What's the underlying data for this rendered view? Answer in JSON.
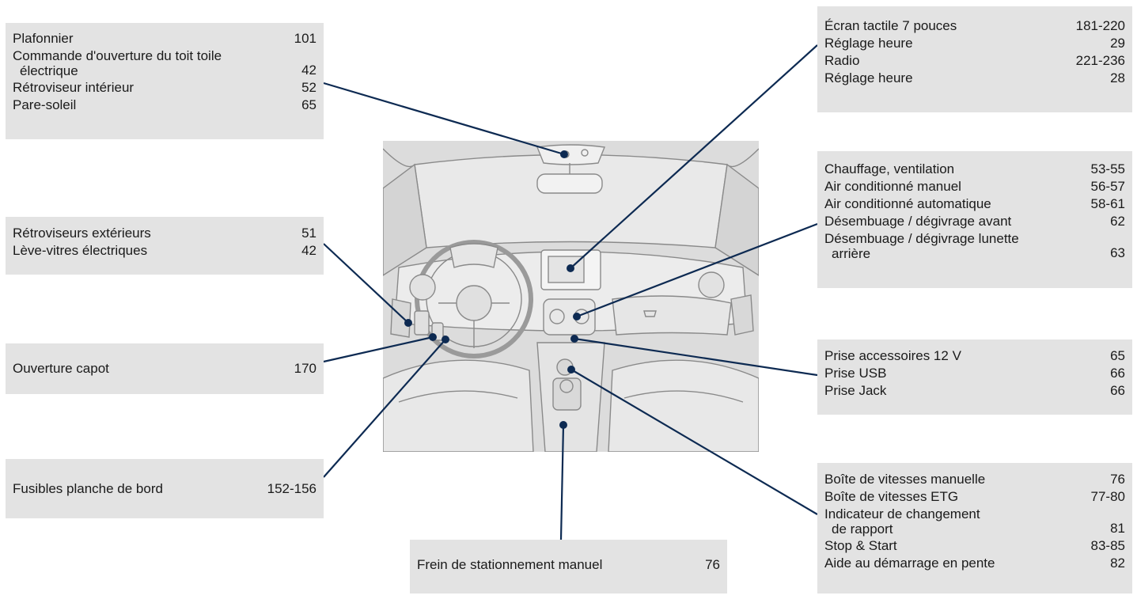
{
  "boxes": {
    "top_left": [
      {
        "label": "Plafonnier",
        "page": "101"
      },
      {
        "label": "Commande d'ouverture du toit toile",
        "label2": "électrique",
        "page": "42"
      },
      {
        "label": "Rétroviseur intérieur",
        "page": "52"
      },
      {
        "label": "Pare-soleil",
        "page": "65"
      }
    ],
    "mirrors": [
      {
        "label": "Rétroviseurs extérieurs",
        "page": "51"
      },
      {
        "label": "Lève-vitres électriques",
        "page": "42"
      }
    ],
    "bonnet": [
      {
        "label": "Ouverture capot",
        "page": "170"
      }
    ],
    "fuses": [
      {
        "label": "Fusibles planche de bord",
        "page": "152-156"
      }
    ],
    "handbrake": [
      {
        "label": "Frein de stationnement manuel",
        "page": "76"
      }
    ],
    "screen": [
      {
        "label": "Écran tactile 7 pouces",
        "page": "181-220"
      },
      {
        "label": "Réglage heure",
        "page": "29"
      },
      {
        "label": "Radio",
        "page": "221-236"
      },
      {
        "label": "Réglage heure",
        "page": "28"
      }
    ],
    "climate": [
      {
        "label": "Chauffage, ventilation",
        "page": "53-55"
      },
      {
        "label": "Air conditionné manuel",
        "page": "56-57"
      },
      {
        "label": "Air conditionné automatique",
        "page": "58-61"
      },
      {
        "label": "Désembuage / dégivrage avant",
        "page": "62"
      },
      {
        "label": "Désembuage / dégivrage lunette",
        "label2": "arrière",
        "page": "63"
      }
    ],
    "sockets": [
      {
        "label": "Prise accessoires 12 V",
        "page": "65"
      },
      {
        "label": "Prise USB",
        "page": "66"
      },
      {
        "label": "Prise Jack",
        "page": "66"
      }
    ],
    "gearbox": [
      {
        "label": "Boîte de vitesses manuelle",
        "page": "76"
      },
      {
        "label": "Boîte de vitesses ETG",
        "page": "77-80"
      },
      {
        "label": "Indicateur de changement",
        "label2": "de rapport",
        "page": "81"
      },
      {
        "label": "Stop & Start",
        "page": "83-85"
      },
      {
        "label": "Aide au démarrage en pente",
        "page": "82"
      }
    ]
  },
  "colors": {
    "box_background": "#e3e3e3",
    "leader_line": "#0d2a52",
    "illustration_background": "#dcdcdc"
  }
}
